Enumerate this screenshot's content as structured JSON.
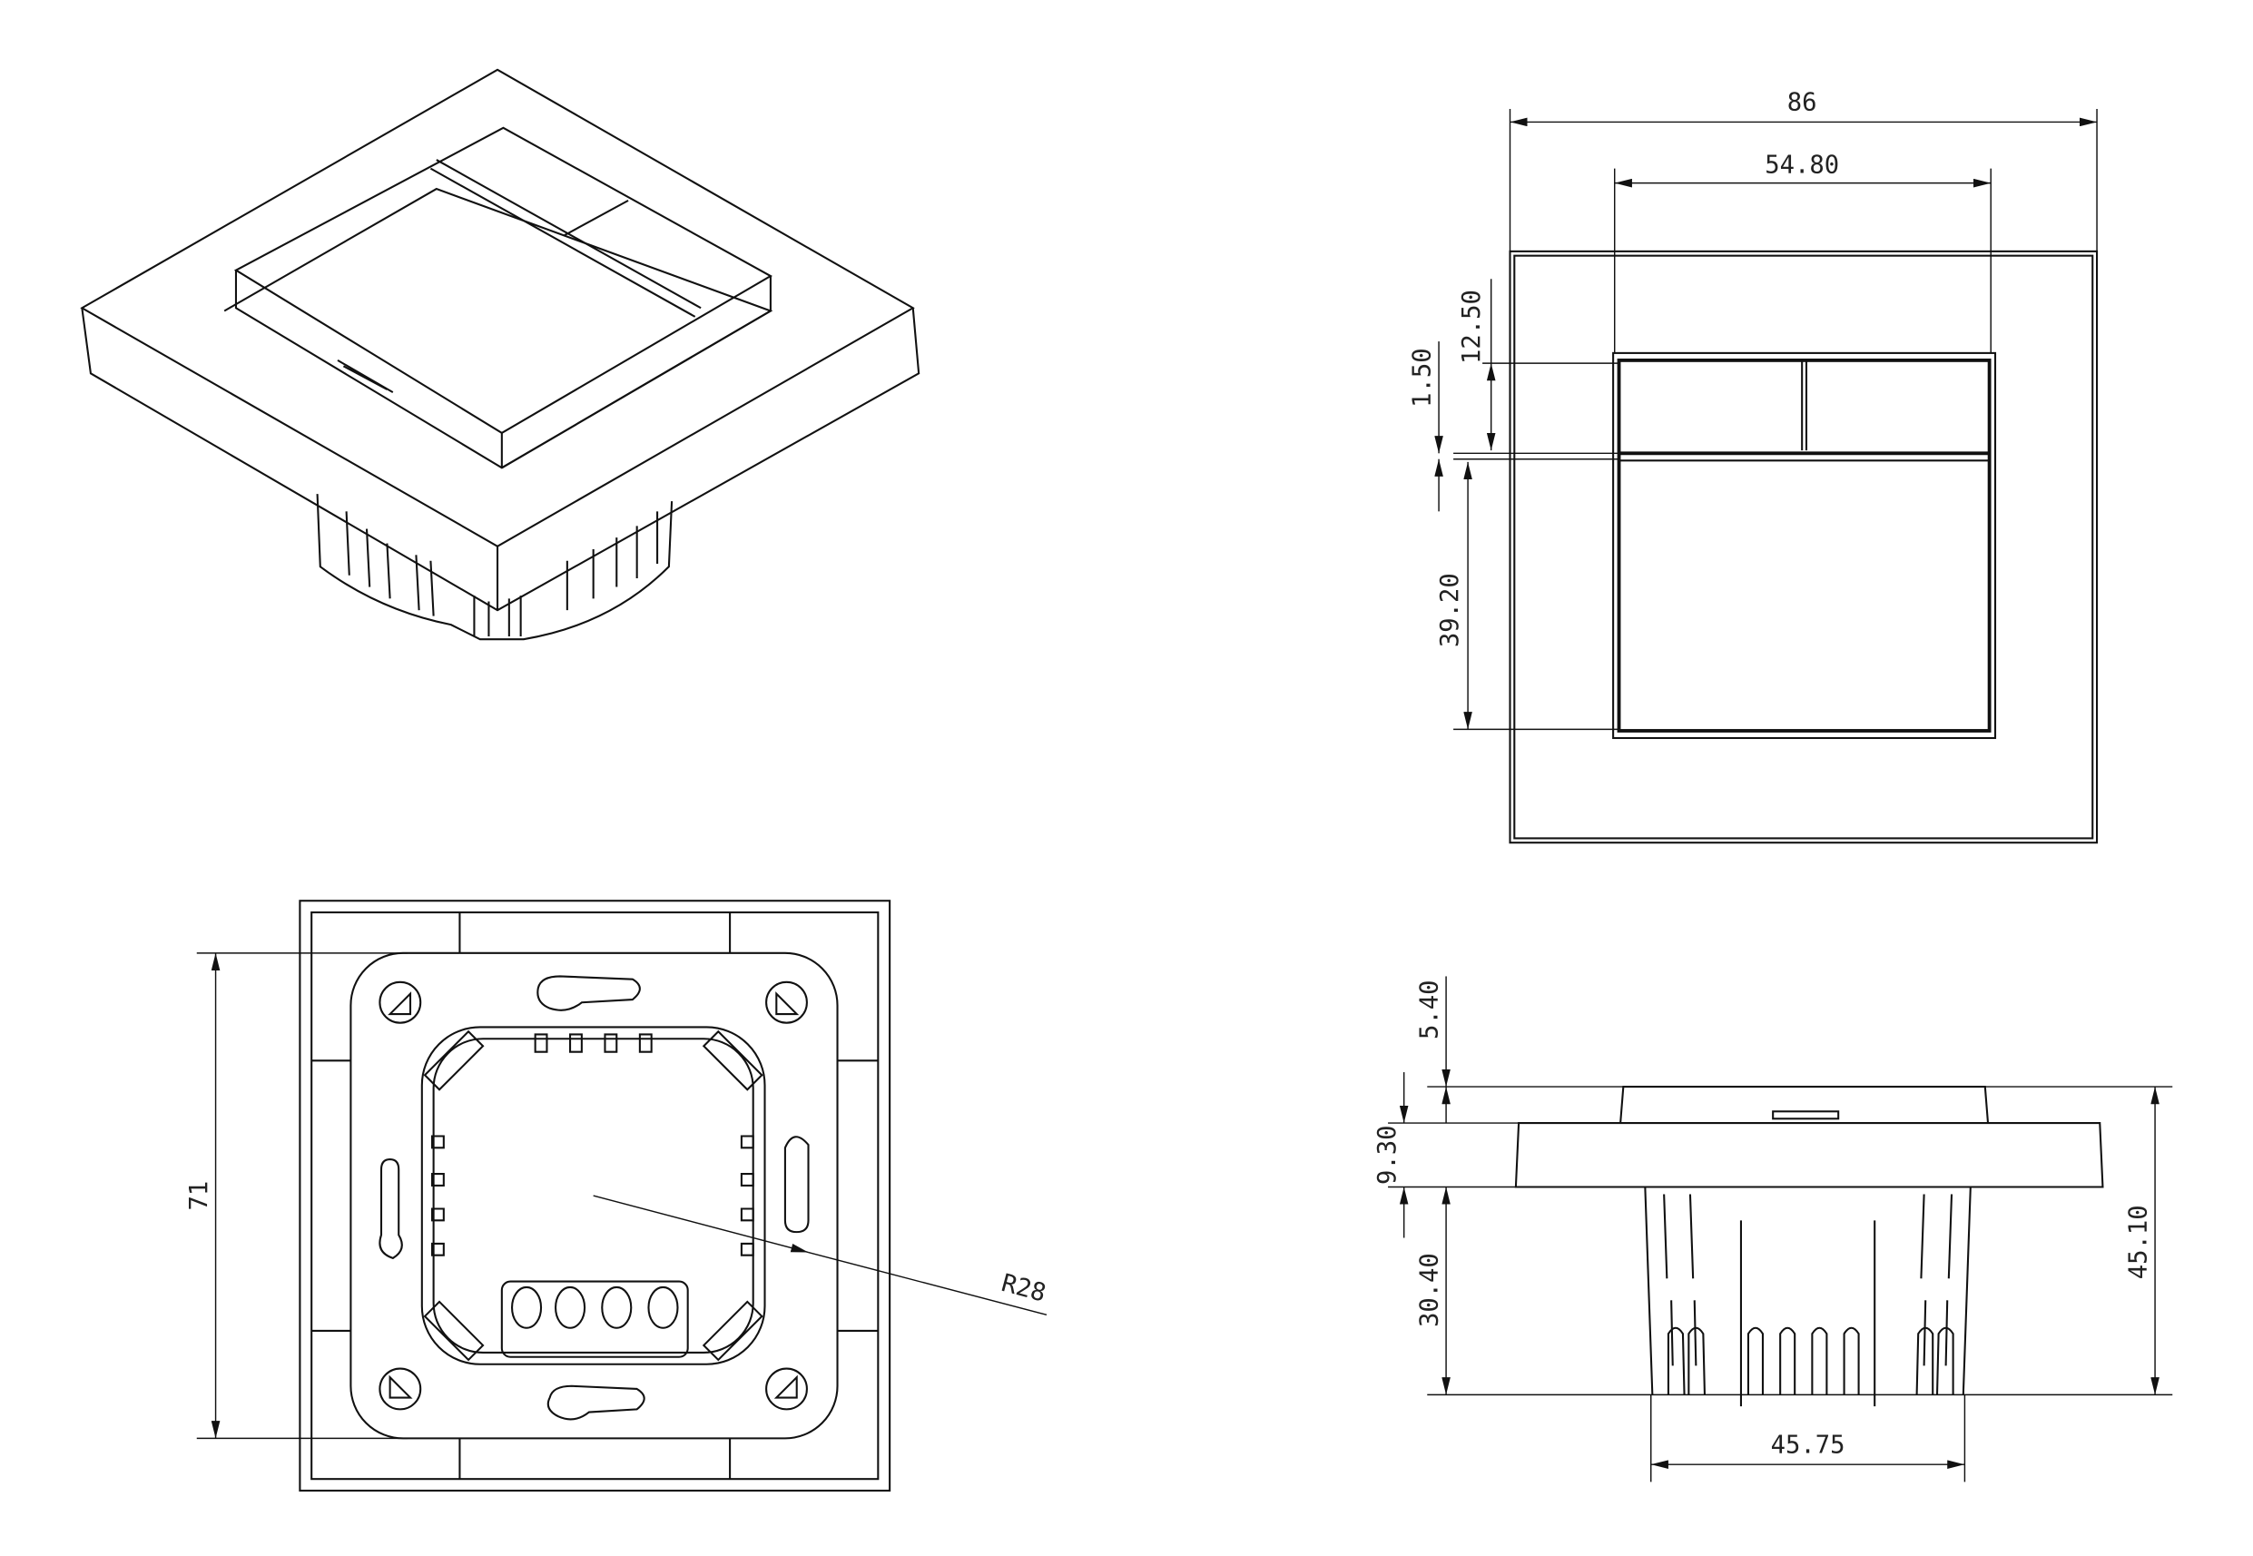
{
  "drawing": {
    "front_view": {
      "width_overall": "86",
      "key_width": "54.80",
      "upper_key_height": "12.50",
      "gap": "1.50",
      "lower_key_height": "39.20"
    },
    "side_view": {
      "key_protrusion": "5.40",
      "frame_thickness": "9.30",
      "body_depth": "30.40",
      "total_depth": "45.10",
      "body_width": "45.75"
    },
    "back_view": {
      "mount_distance": "71",
      "radius": "R28"
    }
  }
}
